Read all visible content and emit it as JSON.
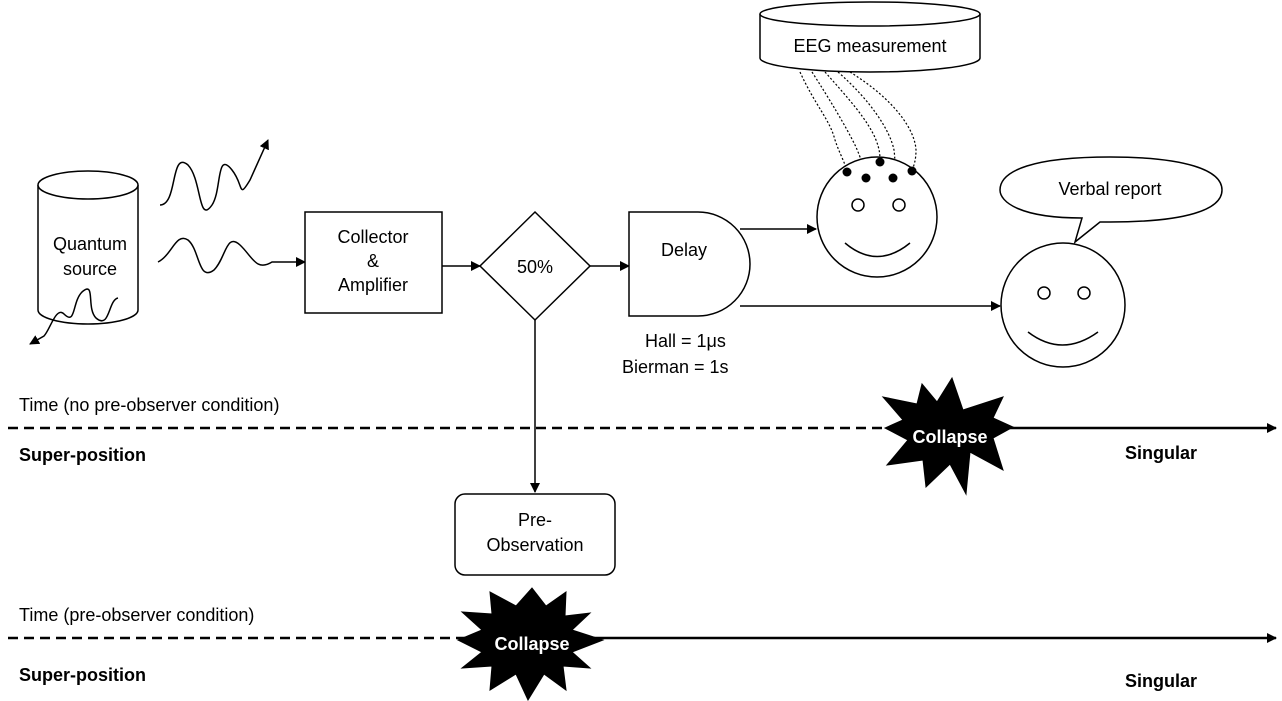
{
  "source": {
    "line1": "Quantum",
    "line2": "source"
  },
  "collector": {
    "line1": "Collector",
    "line2": "&",
    "line3": "Amplifier"
  },
  "splitter": {
    "label": "50%"
  },
  "delay": {
    "label": "Delay",
    "note1_prefix": "Hall = 1",
    "note1_unit": "μs",
    "note2": "Bierman = 1s"
  },
  "eeg": {
    "label": "EEG measurement"
  },
  "verbal": {
    "label": "Verbal report"
  },
  "pre_observation": {
    "line1": "Pre-",
    "line2": "Observation"
  },
  "timeline_1": {
    "caption": "Time (no pre-observer condition)",
    "start_label": "Super-position",
    "event_label": "Collapse",
    "end_label": "Singular"
  },
  "timeline_2": {
    "caption": "Time (pre-observer condition)",
    "start_label": "Super-position",
    "event_label": "Collapse",
    "end_label": "Singular"
  }
}
